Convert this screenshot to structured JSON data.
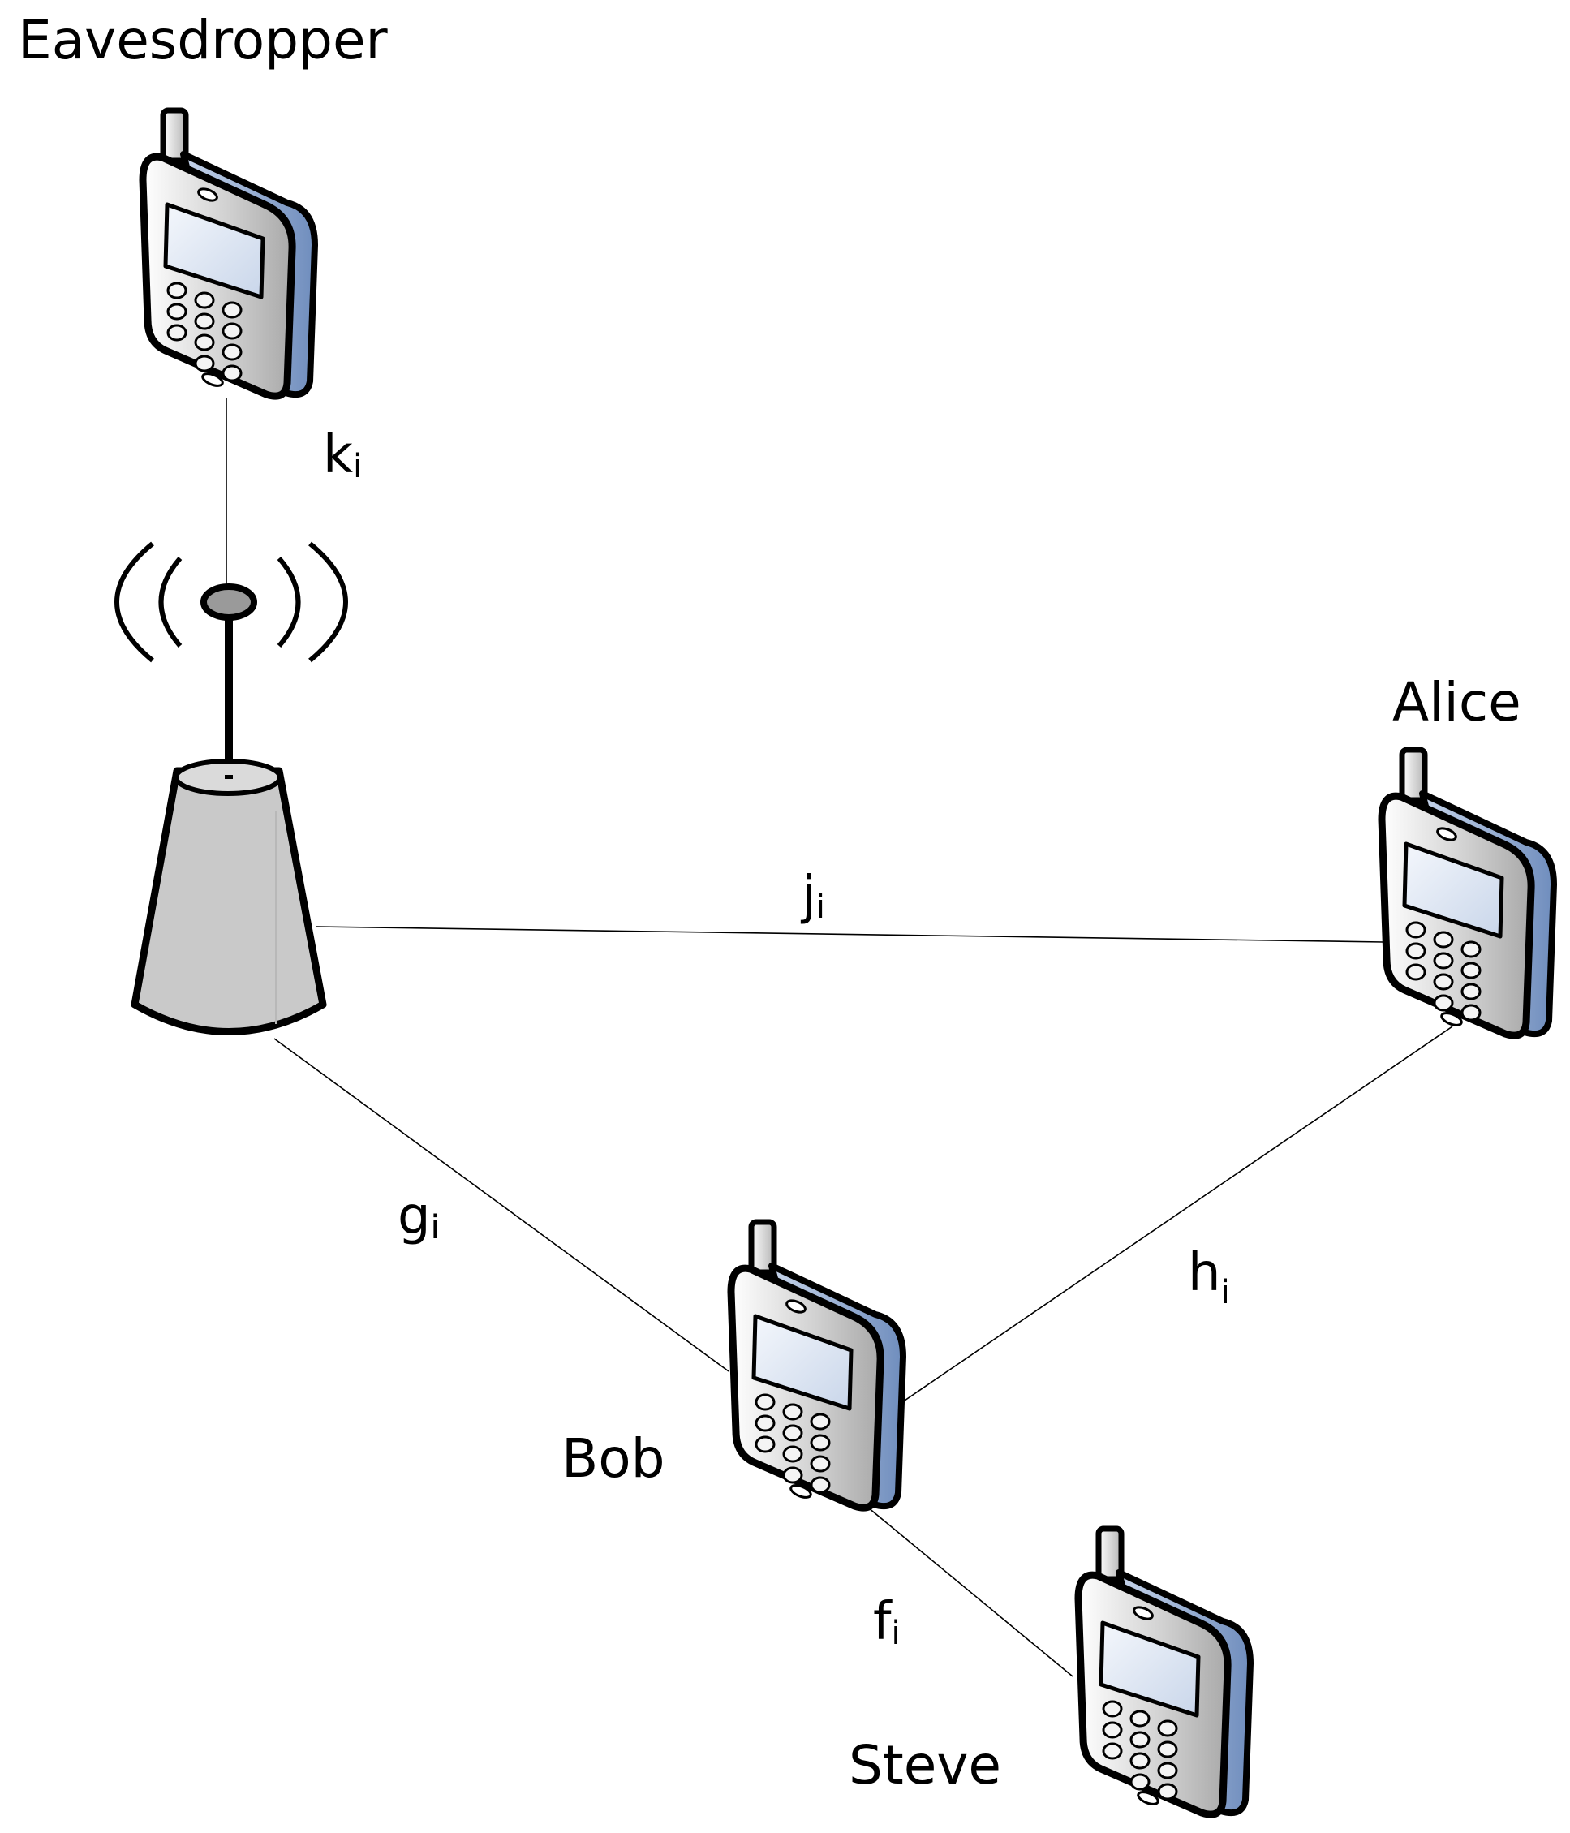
{
  "nodes": {
    "eavesdropper": {
      "label": "Eavesdropper"
    },
    "alice": {
      "label": "Alice"
    },
    "bob": {
      "label": "Bob"
    },
    "steve": {
      "label": "Steve"
    },
    "base_station": {
      "label": ""
    }
  },
  "links": {
    "k": {
      "base": "k",
      "sub": "i"
    },
    "j": {
      "base": "j",
      "sub": "i"
    },
    "g": {
      "base": "g",
      "sub": "i"
    },
    "h": {
      "base": "h",
      "sub": "i"
    },
    "f": {
      "base": "f",
      "sub": "i"
    }
  },
  "colors": {
    "phone_body": "#d4d4d4",
    "phone_side": "#8aa4cc",
    "phone_screen": "#dde5f2",
    "tower_fill": "#c9c9c9",
    "outline": "#000000"
  },
  "icons": {
    "phone": "mobile-phone-icon",
    "tower": "base-station-tower-icon",
    "signal": "signal-waves-icon"
  }
}
